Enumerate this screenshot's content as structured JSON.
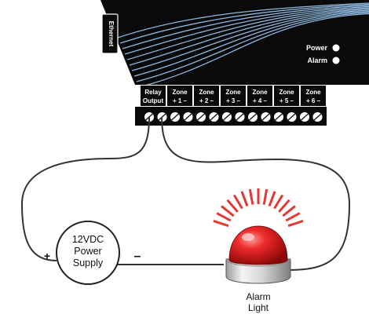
{
  "device": {
    "side_port_label": "Ethernet",
    "indicators": [
      {
        "label": "Power"
      },
      {
        "label": "Alarm"
      }
    ],
    "terminal_blocks": [
      {
        "line1": "Relay",
        "line2": "Output"
      },
      {
        "line1": "Zone",
        "line2": "+ 1 –"
      },
      {
        "line1": "Zone",
        "line2": "+ 2 –"
      },
      {
        "line1": "Zone",
        "line2": "+ 3 –"
      },
      {
        "line1": "Zone",
        "line2": "+ 4 –"
      },
      {
        "line1": "Zone",
        "line2": "+ 5 –"
      },
      {
        "line1": "Zone",
        "line2": "+ 6 –"
      }
    ],
    "screw_count": 14
  },
  "power_supply": {
    "line1": "12VDC",
    "line2": "Power",
    "line3": "Supply",
    "plus_label": "+",
    "minus_label": "–"
  },
  "alarm_light": {
    "line1": "Alarm",
    "line2": "Light",
    "ray_color": "#e53935",
    "dome_color": "#e02020"
  },
  "colors": {
    "panel": "#0a0a0a",
    "curve_lines": "#8fb8e0",
    "wire": "#333333"
  }
}
